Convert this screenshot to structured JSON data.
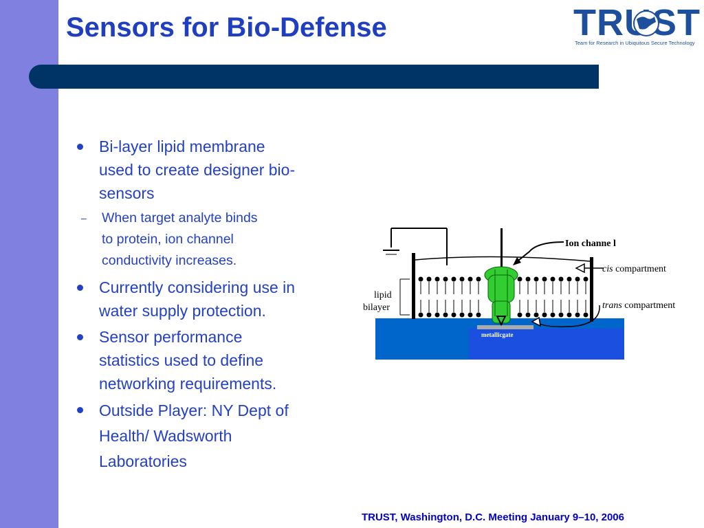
{
  "slide": {
    "title": "Sensors for Bio-Defense",
    "footer": "TRUST, Washington, D.C. Meeting January 9–10, 2006"
  },
  "logo": {
    "wordmark": "TRUST",
    "tagline": "Team for Research in Ubiquitous Secure Technology"
  },
  "bullets": [
    {
      "text_lines": [
        "Bi-layer lipid membrane",
        "used to create designer bio-",
        "sensors"
      ]
    },
    {
      "text_lines": [
        "Currently considering use in",
        "water supply protection."
      ]
    },
    {
      "text_lines": [
        "Sensor performance",
        "statistics used to define",
        "networking requirements."
      ]
    },
    {
      "text_lines": [
        "Outside Player: NY Dept of",
        "Health/ Wadsworth",
        "Laboratories"
      ]
    }
  ],
  "sub_bullets": [
    {
      "marker": "–",
      "text_lines": [
        "When target analyte binds",
        "to protein, ion channel",
        "conductivity increases."
      ]
    }
  ],
  "diagram": {
    "ion_channel_label": "Ion channe l",
    "cis_italic": "cis",
    "cis_rest": " compartment",
    "trans_italic": "trans",
    "trans_rest": " compartment",
    "lipid_line1": "lipid",
    "lipid_line2": "bilayer",
    "gate_label": "metallicgate",
    "colors": {
      "water": "#0066cc",
      "channel": "#33cc33",
      "gate": "#aaaaaa"
    }
  },
  "colors": {
    "title": "#1f3fbf",
    "body_text": "#2440c4",
    "side_stripe": "#8080e0",
    "title_bar": "#003366",
    "footer": "#0000cc"
  }
}
